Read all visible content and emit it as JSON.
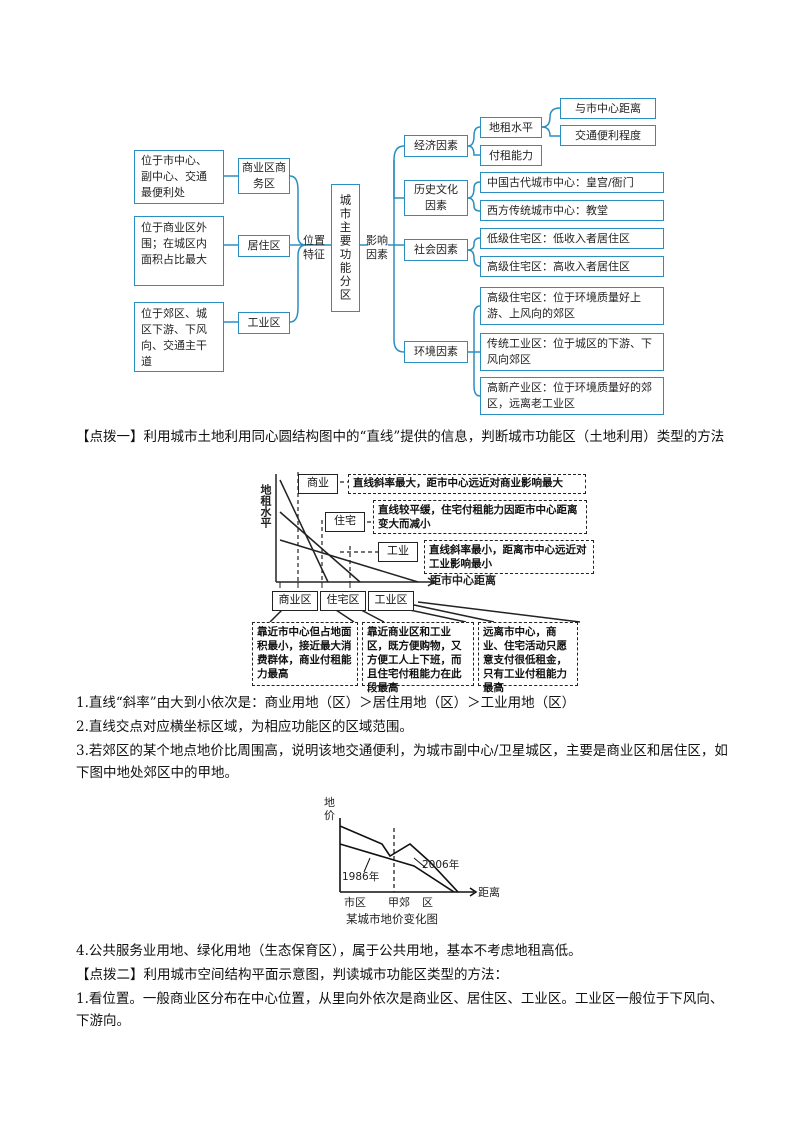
{
  "mindmap": {
    "center": "城市主要功能分区",
    "left_label": "位置特征",
    "right_label": "影响因素",
    "left_items": [
      {
        "zone": "商业区商务区",
        "desc": "位于市中心、副中心、交通最便利处"
      },
      {
        "zone": "居住区",
        "desc": "位于商业区外围；在城区内面积占比最大"
      },
      {
        "zone": "工业区",
        "desc": "位于郊区、城区下游、下风向、交通主干道"
      }
    ],
    "factors": {
      "economic": {
        "label": "经济因素",
        "rent": "地租水平",
        "rent_subs": [
          "与市中心距离",
          "交通便利程度"
        ],
        "pay": "付租能力"
      },
      "history": {
        "label": "历史文化因素",
        "subs": [
          "中国古代城市中心：皇宫/衙门",
          "西方传统城市中心：教堂"
        ]
      },
      "social": {
        "label": "社会因素",
        "subs": [
          "低级住宅区：低收入者居住区",
          "高级住宅区：高收入者居住区"
        ]
      },
      "environment": {
        "label": "环境因素",
        "subs": [
          "高级住宅区：位于环境质量好上游、上风向的郊区",
          "传统工业区：位于城区的下游、下风向郊区",
          "高新产业区：位于环境质量好的郊区，远离老工业区"
        ]
      }
    }
  },
  "tip1_heading": "【点拨一】利用城市土地利用同心圆结构图中的“直线”提供的信息，判断城市功能区（土地利用）类型的方法",
  "rent_chart": {
    "ylabel": "地租水平",
    "xlabel": "距市中心距离",
    "lines": [
      {
        "tag": "商业",
        "note": "直线斜率最大，距市中心远近对商业影响最大"
      },
      {
        "tag": "住宅",
        "note": "直线较平缓，住宅付租能力因距市中心距离变大而减小"
      },
      {
        "tag": "工业",
        "note": "直线斜率最小，距离市中心远近对工业影响最小"
      }
    ],
    "zones": [
      "商业区",
      "住宅区",
      "工业区"
    ],
    "zone_notes": [
      "靠近市中心但占地面积最小，接近最大消费群体，商业付租能力最高",
      "靠近商业区和工业区，既方便购物，又方便工人上下班，而且住宅付租能力在此段最高",
      "远离市中心，商业、住宅活动只愿意支付很低租金，只有工业付租能力最高"
    ]
  },
  "point1": "1.直线“斜率”由大到小依次是：商业用地（区）＞居住用地（区）＞工业用地（区）",
  "point2": "2.直线交点对应横坐标区域，为相应功能区的区域范围。",
  "point3": "3.若郊区的某个地点地价比周围高，说明该地交通便利，为城市副中心/卫星城区，主要是商业区和居住区，如下图中地处郊区中的甲地。",
  "price_chart": {
    "ylabel": "地价",
    "xlabel": "距离",
    "series": [
      {
        "name": "2006年"
      },
      {
        "name": "1986年"
      }
    ],
    "ticks": [
      "市区",
      "甲郊",
      "区"
    ],
    "caption": "某城市地价变化图"
  },
  "point4": "4.公共服务业用地、绿化用地（生态保育区），属于公共用地，基本不考虑地租高低。",
  "tip2_heading": "【点拨二】利用城市空间结构平面示意图，判读城市功能区类型的方法：",
  "point5": "1.看位置。一般商业区分布在中心位置，从里向外依次是商业区、居住区、工业区。工业区一般位于下风向、下游向。"
}
